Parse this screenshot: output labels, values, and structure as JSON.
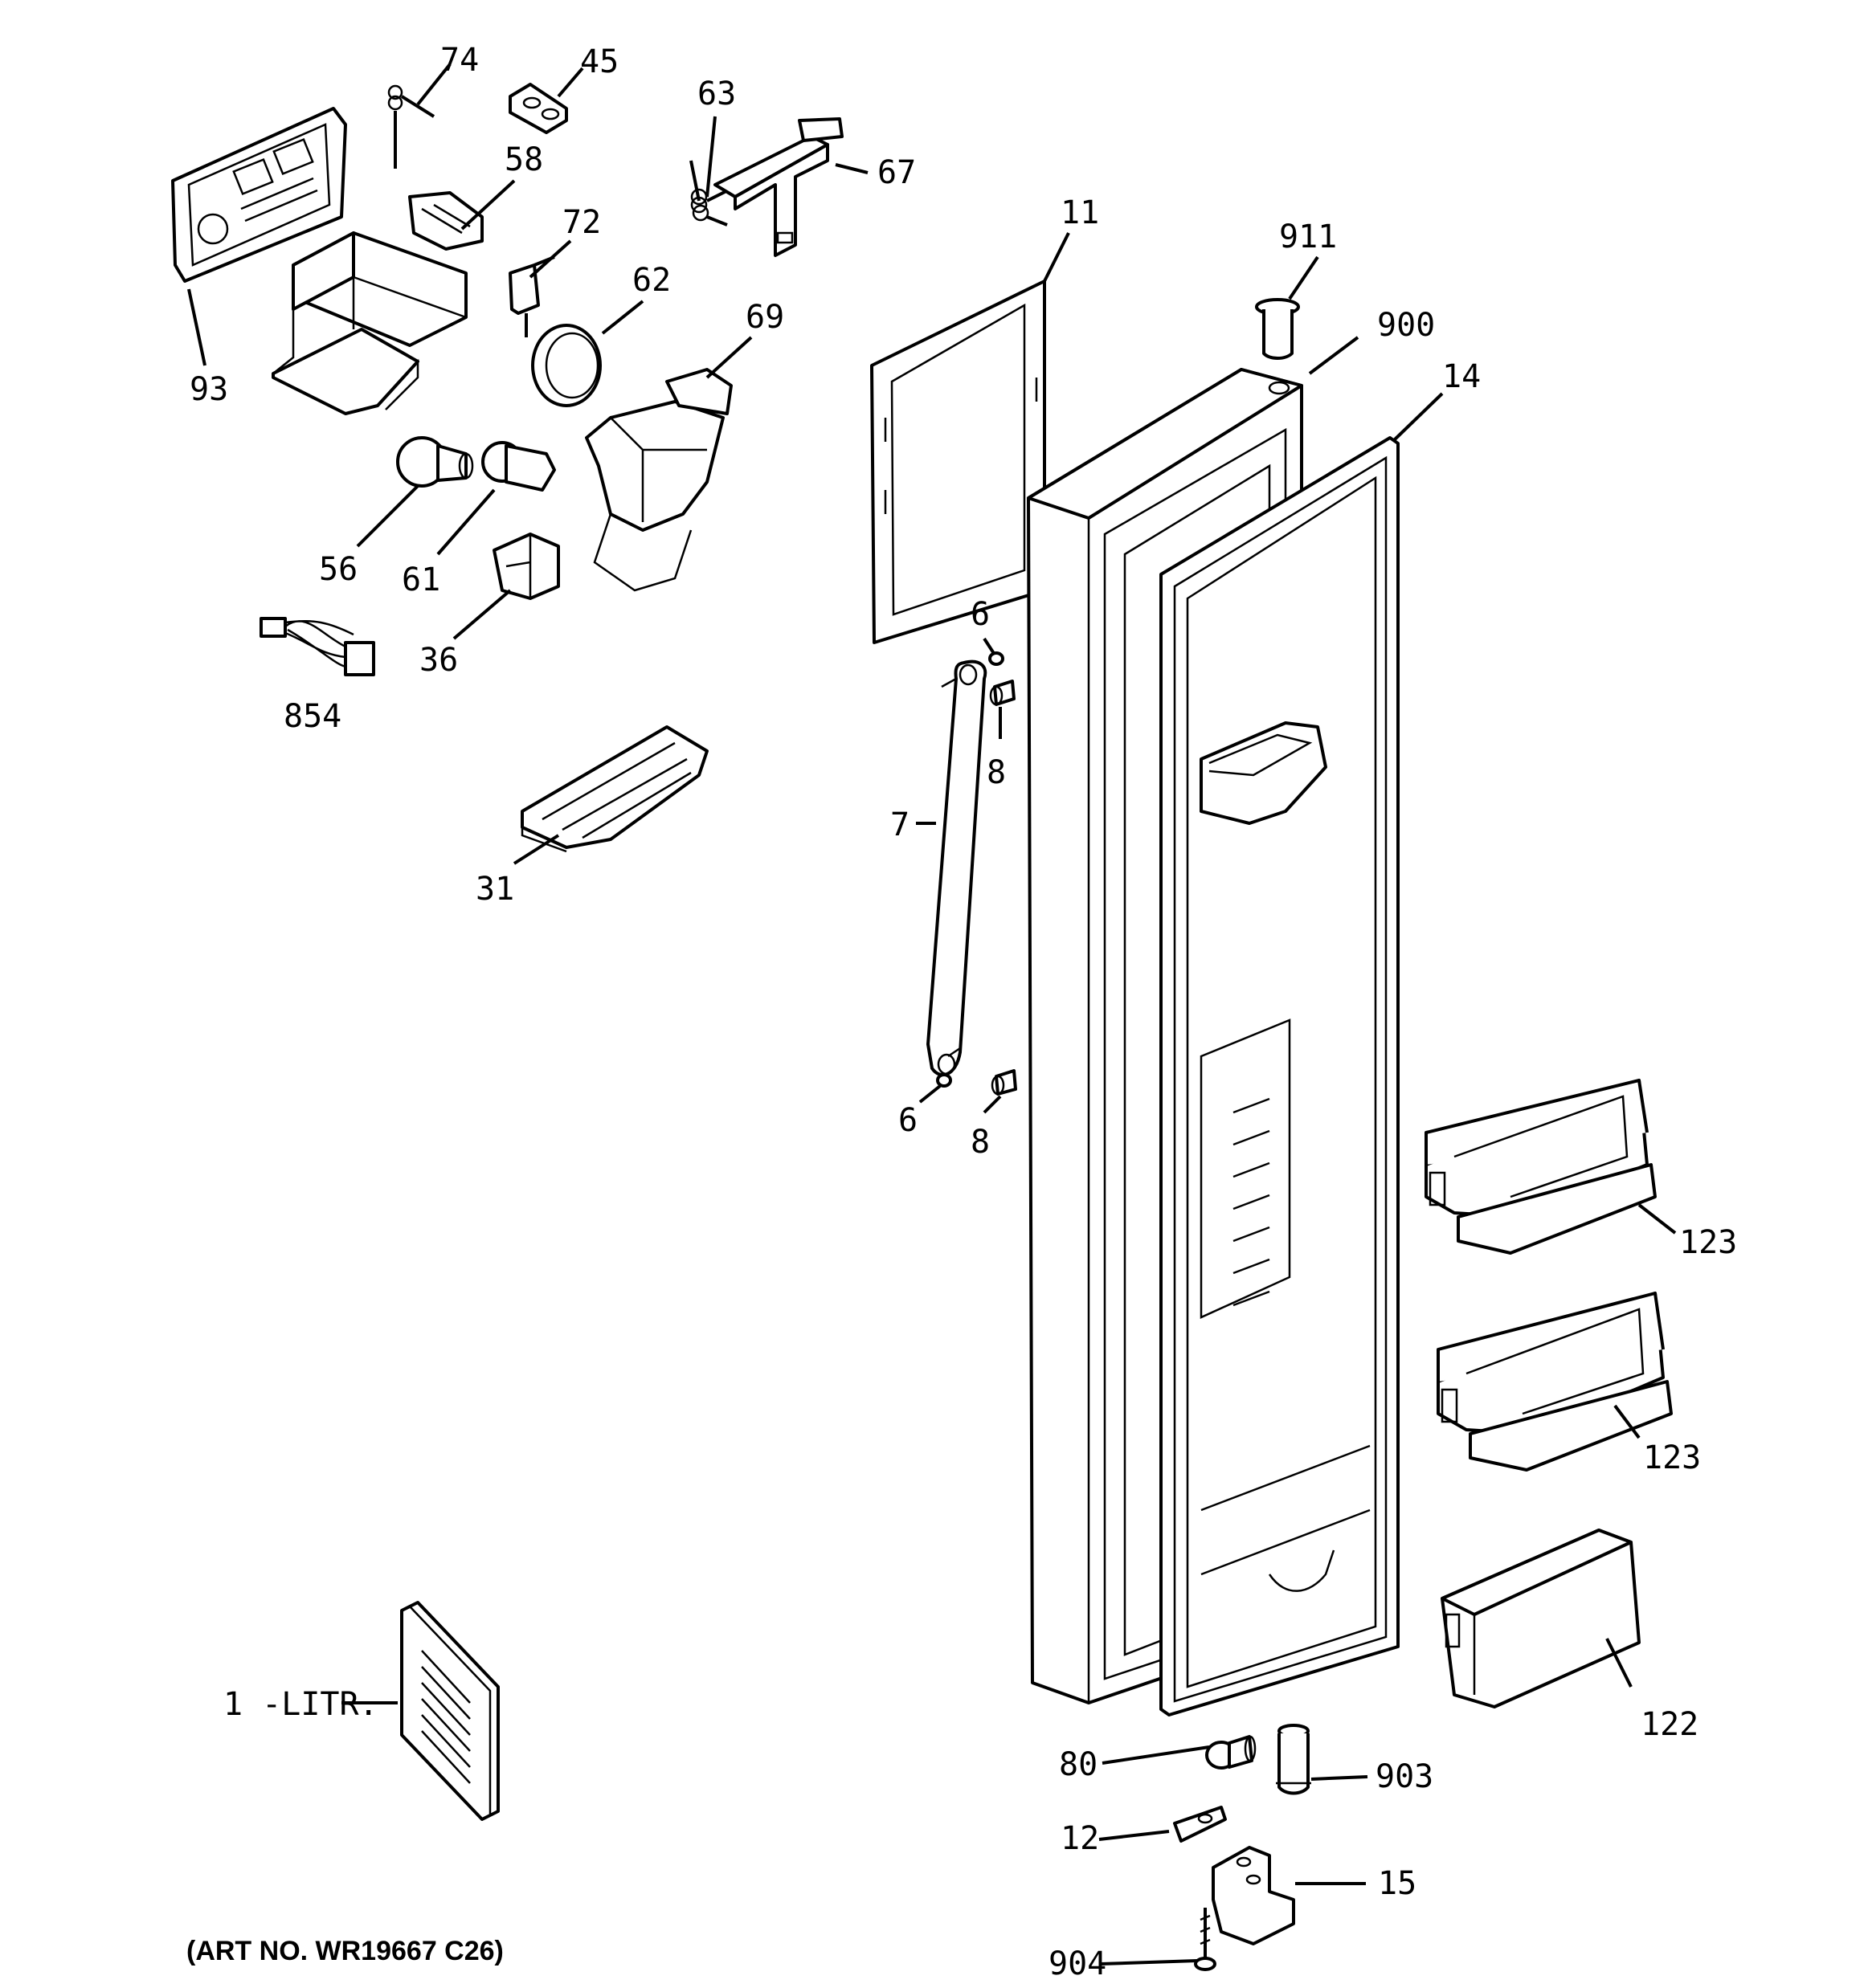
{
  "callouts": {
    "c74": "74",
    "c45": "45",
    "c63": "63",
    "c67": "67",
    "c58": "58",
    "c72": "72",
    "c93": "93",
    "c62": "62",
    "c69": "69",
    "c11": "11",
    "c911": "911",
    "c900": "900",
    "c14": "14",
    "c56": "56",
    "c61": "61",
    "c36": "36",
    "c854": "854",
    "c6a": "6",
    "c8a": "8",
    "c7": "7",
    "c31": "31",
    "c6b": "6",
    "c8b": "8",
    "c123a": "123",
    "c123b": "123",
    "c122": "122",
    "c1litr": "1 -LITR.",
    "c80": "80",
    "c903": "903",
    "c12": "12",
    "c15": "15",
    "c904": "904"
  },
  "art_number": "(ART NO. WR19667 C26)"
}
